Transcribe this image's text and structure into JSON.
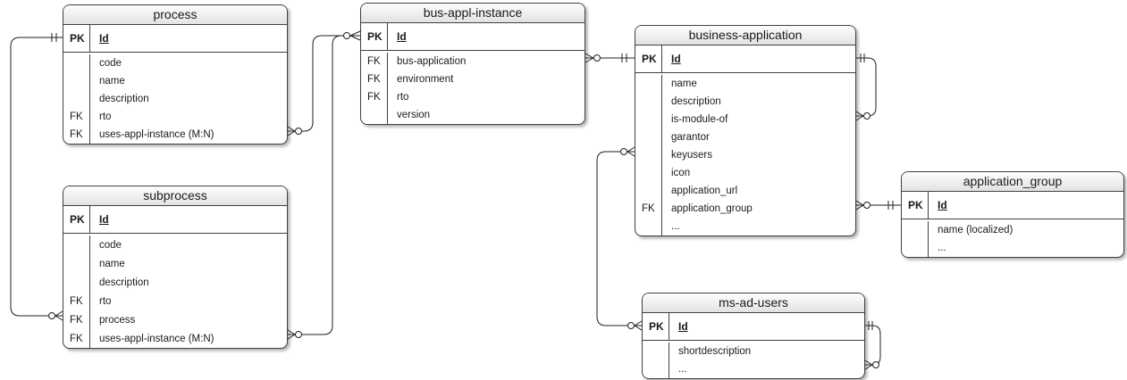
{
  "diagram_type": "entity-relationship-diagram",
  "colors": {
    "background": "#ffffff",
    "table_border": "#404040",
    "title_bg_top": "#fdfdfd",
    "title_bg_bottom": "#e2e2e2",
    "line": "#1f1f1f",
    "text": "#1a1a1a"
  },
  "tables": [
    {
      "name": "process",
      "pk": {
        "key": "PK",
        "field": "Id"
      },
      "rows": [
        {
          "key": "",
          "field": "code"
        },
        {
          "key": "",
          "field": "name"
        },
        {
          "key": "",
          "field": "description"
        },
        {
          "key": "FK",
          "field": "rto"
        },
        {
          "key": "FK",
          "field": "uses-appl-instance (M:N)"
        }
      ]
    },
    {
      "name": "subprocess",
      "pk": {
        "key": "PK",
        "field": "Id"
      },
      "rows": [
        {
          "key": "",
          "field": "code"
        },
        {
          "key": "",
          "field": "name"
        },
        {
          "key": "",
          "field": "description"
        },
        {
          "key": "FK",
          "field": "rto"
        },
        {
          "key": "FK",
          "field": "process"
        },
        {
          "key": "FK",
          "field": "uses-appl-instance (M:N)"
        }
      ]
    },
    {
      "name": "bus-appl-instance",
      "pk": {
        "key": "PK",
        "field": "Id"
      },
      "rows": [
        {
          "key": "FK",
          "field": "bus-application"
        },
        {
          "key": "FK",
          "field": "environment"
        },
        {
          "key": "FK",
          "field": "rto"
        },
        {
          "key": "",
          "field": "version"
        }
      ]
    },
    {
      "name": "business-application",
      "pk": {
        "key": "PK",
        "field": "Id"
      },
      "rows": [
        {
          "key": "",
          "field": "name"
        },
        {
          "key": "",
          "field": "description"
        },
        {
          "key": "",
          "field": "is-module-of"
        },
        {
          "key": "",
          "field": "garantor"
        },
        {
          "key": "",
          "field": "keyusers"
        },
        {
          "key": "",
          "field": "icon"
        },
        {
          "key": "",
          "field": "application_url"
        },
        {
          "key": "FK",
          "field": "application_group"
        },
        {
          "key": "",
          "field": "..."
        }
      ]
    },
    {
      "name": "application_group",
      "pk": {
        "key": "PK",
        "field": "Id"
      },
      "rows": [
        {
          "key": "",
          "field": "name (localized)"
        },
        {
          "key": "",
          "field": "..."
        }
      ]
    },
    {
      "name": "ms-ad-users",
      "pk": {
        "key": "PK",
        "field": "Id"
      },
      "rows": [
        {
          "key": "",
          "field": "shortdescription"
        },
        {
          "key": "",
          "field": "..."
        }
      ]
    }
  ],
  "relationships": [
    {
      "from": "process.Id",
      "to": "subprocess.process",
      "from_cardinality": "one",
      "to_cardinality": "zero-or-many"
    },
    {
      "from": "process.uses-appl-instance (M:N)",
      "to": "bus-appl-instance.Id",
      "from_cardinality": "zero-or-many",
      "to_cardinality": "zero-or-many"
    },
    {
      "from": "subprocess.uses-appl-instance (M:N)",
      "to": "bus-appl-instance.Id",
      "from_cardinality": "zero-or-many",
      "to_cardinality": "zero-or-many"
    },
    {
      "from": "bus-appl-instance.bus-application",
      "to": "business-application.Id",
      "from_cardinality": "zero-or-many",
      "to_cardinality": "one"
    },
    {
      "from": "business-application.is-module-of",
      "to": "business-application.Id",
      "from_cardinality": "zero-or-many",
      "to_cardinality": "one"
    },
    {
      "from": "business-application.keyusers",
      "to": "ms-ad-users.Id",
      "from_cardinality": "zero-or-many",
      "to_cardinality": "zero-or-many"
    },
    {
      "from": "business-application.application_group",
      "to": "application_group.Id",
      "from_cardinality": "zero-or-many",
      "to_cardinality": "one"
    },
    {
      "from": "ms-ad-users.self-reference",
      "to": "ms-ad-users.Id",
      "from_cardinality": "zero-or-many",
      "to_cardinality": "one"
    }
  ]
}
